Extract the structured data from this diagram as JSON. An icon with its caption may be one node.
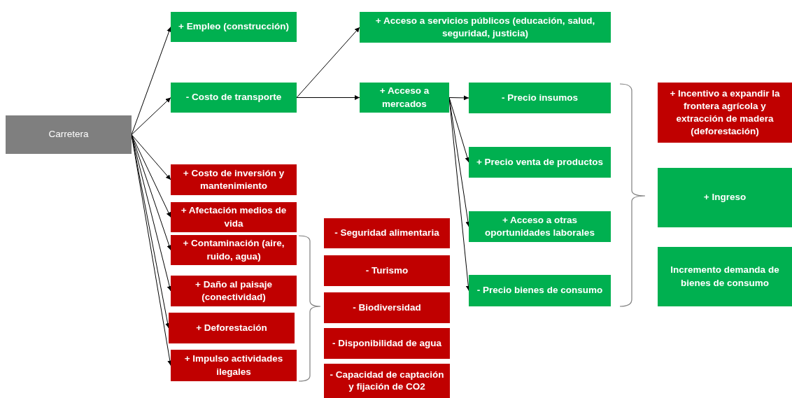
{
  "diagram": {
    "nodes": [
      {
        "text": [
          "Carretera"
        ]
      },
      {
        "text": [
          "+ Empleo (construcción)"
        ]
      },
      {
        "text": [
          "- Costo de transporte"
        ]
      },
      {
        "text": [
          "+ Costo de inversión y mantenimiento"
        ]
      },
      {
        "text": [
          "+ Afectación medios de vida"
        ]
      },
      {
        "text": [
          "+ Contaminación (aire, ruido, agua)"
        ]
      },
      {
        "text": [
          "+ Daño al paisaje (conectividad)"
        ]
      },
      {
        "text": [
          "+ Deforestación"
        ]
      },
      {
        "text": [
          "+ Impulso actividades ilegales"
        ]
      },
      {
        "text": [
          "+ Acceso a servicios públicos (educación, salud, seguridad, justicia)"
        ]
      },
      {
        "text": [
          "+ Acceso a mercados"
        ]
      },
      {
        "text": [
          "- Seguridad alimentaria"
        ]
      },
      {
        "text": [
          "- Turismo"
        ]
      },
      {
        "text": [
          "- Biodiversidad"
        ]
      },
      {
        "text": [
          "- Disponibilidad de agua"
        ]
      },
      {
        "text": [
          "- Capacidad de captación y fijación de CO2"
        ]
      },
      {
        "text": [
          "- Precio insumos"
        ]
      },
      {
        "text": [
          "+ Precio venta de productos"
        ]
      },
      {
        "text": [
          "+ Acceso a otras oportunidades laborales"
        ]
      },
      {
        "text": [
          "- Precio bienes de consumo"
        ]
      },
      {
        "text": [
          "+ Incentivo a expandir la frontera agrícola y extracción de madera (deforestación)"
        ]
      },
      {
        "text": [
          "+ Ingreso"
        ]
      },
      {
        "text": [
          "Incremento demanda de bienes de consumo"
        ]
      }
    ],
    "edges": [
      {
        "from": 0,
        "to": 1,
        "arrow": "to"
      },
      {
        "from": 0,
        "to": 2,
        "arrow": "to"
      },
      {
        "from": 0,
        "to": 3,
        "arrow": "to"
      },
      {
        "from": 0,
        "to": 4,
        "arrow": "to"
      },
      {
        "from": 0,
        "to": 5,
        "arrow": "to"
      },
      {
        "from": 0,
        "to": 6,
        "arrow": "to"
      },
      {
        "from": 0,
        "to": 7,
        "arrow": "to"
      },
      {
        "from": 0,
        "to": 8,
        "arrow": "to"
      },
      {
        "from": 2,
        "to": 9,
        "arrow": "to"
      },
      {
        "from": 2,
        "to": 10,
        "arrow": "to"
      },
      {
        "from": 10,
        "to": 16,
        "arrow": "to"
      },
      {
        "from": 10,
        "to": 17,
        "arrow": "to"
      },
      {
        "from": 10,
        "to": 18,
        "arrow": "to"
      },
      {
        "from": 10,
        "to": 19,
        "arrow": "to"
      }
    ]
  }
}
